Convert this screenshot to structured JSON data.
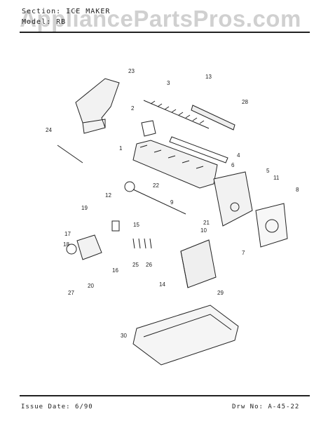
{
  "watermark": "AppliancePartsPros.com",
  "header": {
    "section_line": "Section: ICE MAKER",
    "model_line": "Model: RB"
  },
  "footer": {
    "issue_date": "Issue Date: 6/90",
    "drawing_no": "Drw No: A-45-22"
  },
  "callouts": [
    "23",
    "13",
    "3",
    "28",
    "2",
    "24",
    "1",
    "4",
    "6",
    "5",
    "22",
    "11",
    "8",
    "12",
    "9",
    "19",
    "21",
    "15",
    "10",
    "17",
    "7",
    "25",
    "26",
    "18",
    "16",
    "14",
    "29",
    "27",
    "20",
    "30"
  ]
}
